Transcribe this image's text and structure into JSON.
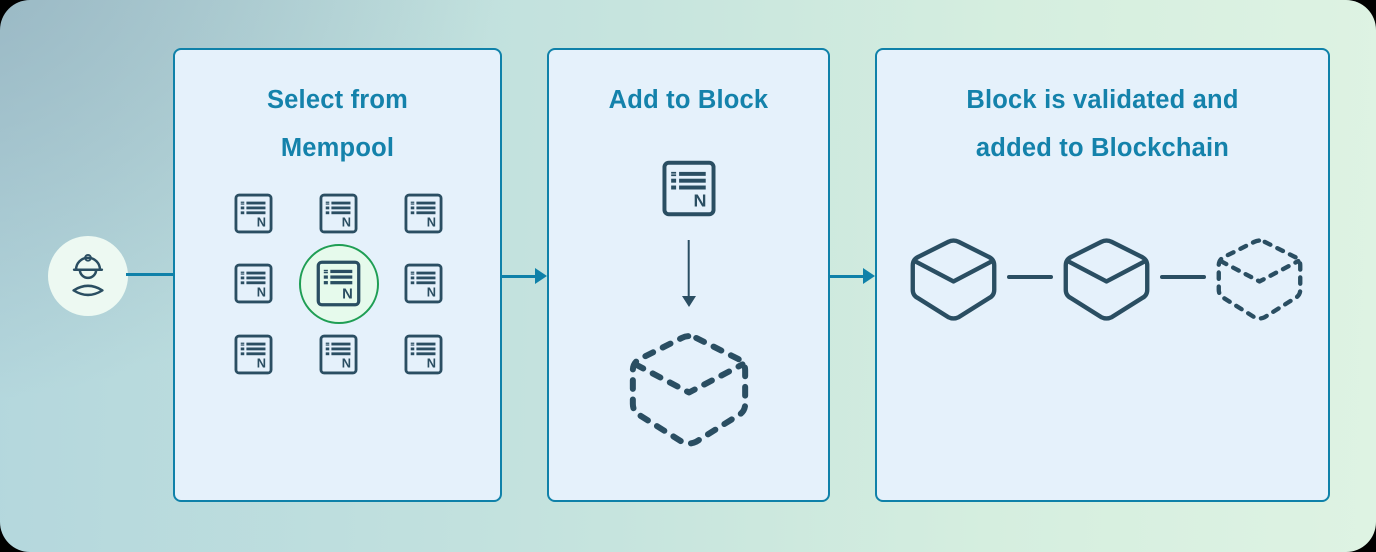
{
  "colors": {
    "panel_border": "#0f81a9",
    "panel_background": "#e5f1fb",
    "title_text": "#1482ab",
    "diagram_stroke": "#2a4e62",
    "arrow_blue": "#0f81a9",
    "selected_ring_green": "#1f9e54",
    "selected_fill_green": "#e6faec",
    "miner_circle_background": "#edf9f2",
    "background_gradient_start": "#a3bfcb",
    "background_gradient_end": "#def3e3"
  },
  "icons": {
    "transaction_letter": "N",
    "miner": "miner-icon",
    "transaction": "transaction-icon",
    "block_solid": "block-icon",
    "block_dashed": "dashed-block-icon"
  },
  "panels": [
    {
      "name": "select-from-mempool",
      "title_lines": [
        "Select from",
        "Mempool"
      ],
      "transaction_count": 9,
      "selected_position": "center"
    },
    {
      "name": "add-to-block",
      "title_lines": [
        "Add to Block"
      ]
    },
    {
      "name": "block-validated",
      "title_lines": [
        "Block is validated and",
        "added to Blockchain"
      ],
      "blocks": [
        "solid",
        "solid",
        "dashed"
      ]
    }
  ]
}
